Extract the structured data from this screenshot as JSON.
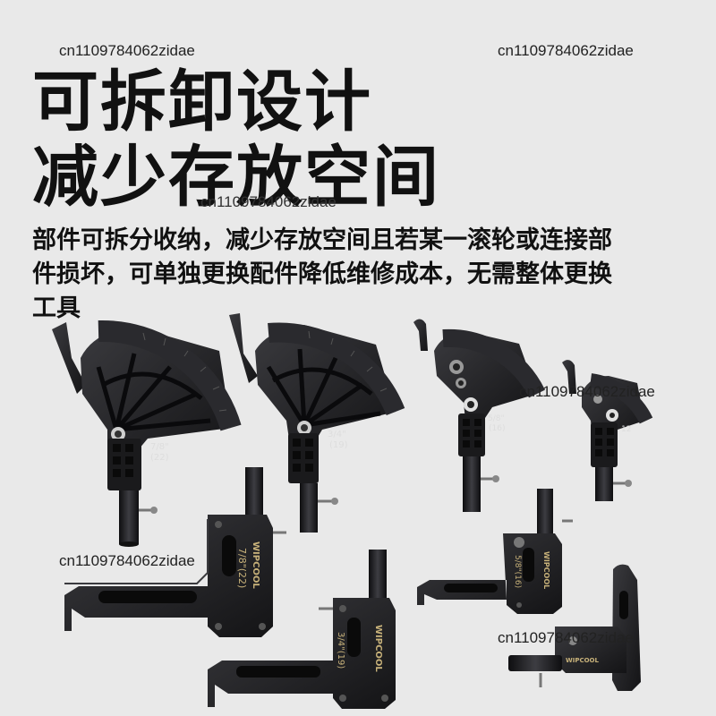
{
  "watermarks": [
    "cn1109784062zidae",
    "cn1109784062zidae",
    "cn1109784062zidae",
    "cn1109784062zidae",
    "cn1109784062zidae",
    "cn1109784062zidae"
  ],
  "headline": {
    "line1": "可拆卸设计",
    "line2": "减少存放空间"
  },
  "description": "部件可拆分收纳，减少存放空间且若某一滚轮或连接部件损坏，可单独更换配件降低维修成本，无需整体更换工具",
  "roller_labels": {
    "r1": [
      "7/8\"",
      "(22)"
    ],
    "r2": [
      "3/4\"",
      "(19)"
    ],
    "r3": [
      "5/8\"",
      "(16)"
    ],
    "r4": [
      "12"
    ]
  },
  "bracket_labels": {
    "b1_brand": "WIPCOOL",
    "b1_size": "7/8\"(22)",
    "b2_brand": "WIPCOOL",
    "b2_size": "3/4\"(19)",
    "b3_brand": "WIPCOOL",
    "b3_size": "5/8\"(16)",
    "b4_brand": "WIPCOOL"
  },
  "colors": {
    "background": "#e9e9e9",
    "metal": "#1d1d1f",
    "metal_edge": "#3a3a3e",
    "text": "#111111"
  }
}
